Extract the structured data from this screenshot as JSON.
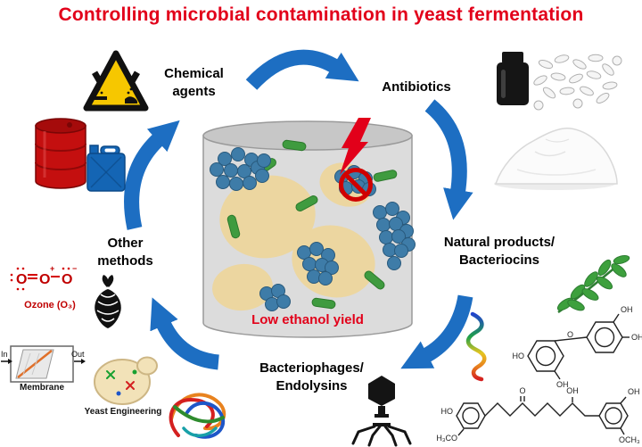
{
  "title": "Controlling microbial contamination in yeast fermentation",
  "tank": {
    "caption": "Low ethanol yield"
  },
  "methods": {
    "chemical_agents": {
      "line1": "Chemical",
      "line2": "agents"
    },
    "antibiotics": {
      "label": "Antibiotics"
    },
    "natural_products": {
      "line1": "Natural products/",
      "line2": "Bacteriocins"
    },
    "bacteriophages": {
      "line1": "Bacteriophages/",
      "line2": "Endolysins"
    },
    "other_methods": {
      "line1": "Other",
      "line2": "methods"
    }
  },
  "other_methods_panel": {
    "ozone": {
      "label": "Ozone (O₃)",
      "atom": "O",
      "plus": "+",
      "minus": "−"
    },
    "membrane": {
      "label": "Membrane",
      "in_label": "In",
      "out_label": "Out"
    },
    "yeast_engineering": {
      "label": "Yeast Engineering"
    }
  },
  "chemistry": {
    "flavonoid": {
      "ho": "HO",
      "o": "O",
      "oh_top": "OH",
      "oh_right": "OH",
      "oh_bottom": "OH"
    },
    "curcumin": {
      "ho": "HO",
      "h3co": "H₃CO",
      "o": "O",
      "oh_enol": "OH",
      "oh_ring": "OH",
      "och3": "OCH₃"
    }
  },
  "icons": [
    "corrosive-hazard-icon",
    "chemical-drum-icon",
    "jerrycan-icon",
    "pill-bottle-icon",
    "pills-icon",
    "antibiotic-powder-icon",
    "plant-leaves-icon",
    "peptide-ribbon-icon",
    "flavonoid-structure-icon",
    "curcumin-structure-icon",
    "bacteriophage-icon",
    "endolysin-protein-icon",
    "ozone-molecule-icon",
    "hops-icon",
    "membrane-filter-icon",
    "yeast-cell-icon",
    "prohibition-icon",
    "lightning-bolt-icon",
    "fermenter-tank"
  ],
  "colors": {
    "title_red": "#e2001a",
    "arrow_blue": "#1d6ec2",
    "ozone_red": "#c00000",
    "yeast_tan": "#ecd6a0",
    "bacteria_blue": "#3e7ca8",
    "bacteria_green": "#3f9b3f"
  }
}
